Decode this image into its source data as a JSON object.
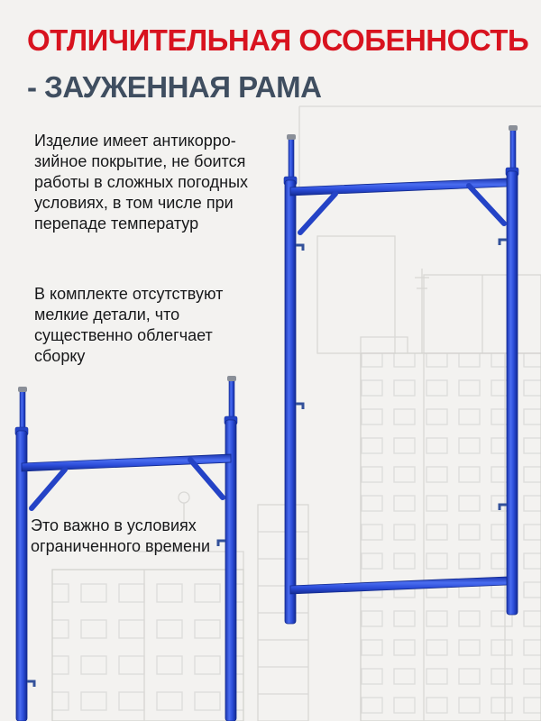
{
  "page": {
    "title": "ОТЛИЧИТЕЛЬНАЯ ОСОБЕННОСТЬ",
    "subtitle": "- ЗАУЖЕННАЯ РАМА"
  },
  "features": [
    {
      "text": "Изделие имеет антикорро-\nзийное покрытие, не боится\nработы в сложных погодных\nусловиях, в том числе при\nперепаде температур"
    },
    {
      "text": "В комплекте отсутствуют\nмелкие детали, что\nсущественно облегчает\nсборку"
    },
    {
      "text": "Это важно в условиях\nограниченного времени"
    }
  ],
  "images": {
    "scaffold_frame_right": "зауженная рама строительных лесов (синяя)",
    "scaffold_frame_left": "рама строительных лесов, частично видна",
    "background_sketch": "контурный эскиз многоэтажных зданий"
  },
  "colors": {
    "accent_red": "#d8131f",
    "subtitle_dark": "#3f4e60",
    "frame_blue": "#2b4cd8",
    "background": "#f3f2f0",
    "sketch_gray": "#dcdbd8"
  }
}
